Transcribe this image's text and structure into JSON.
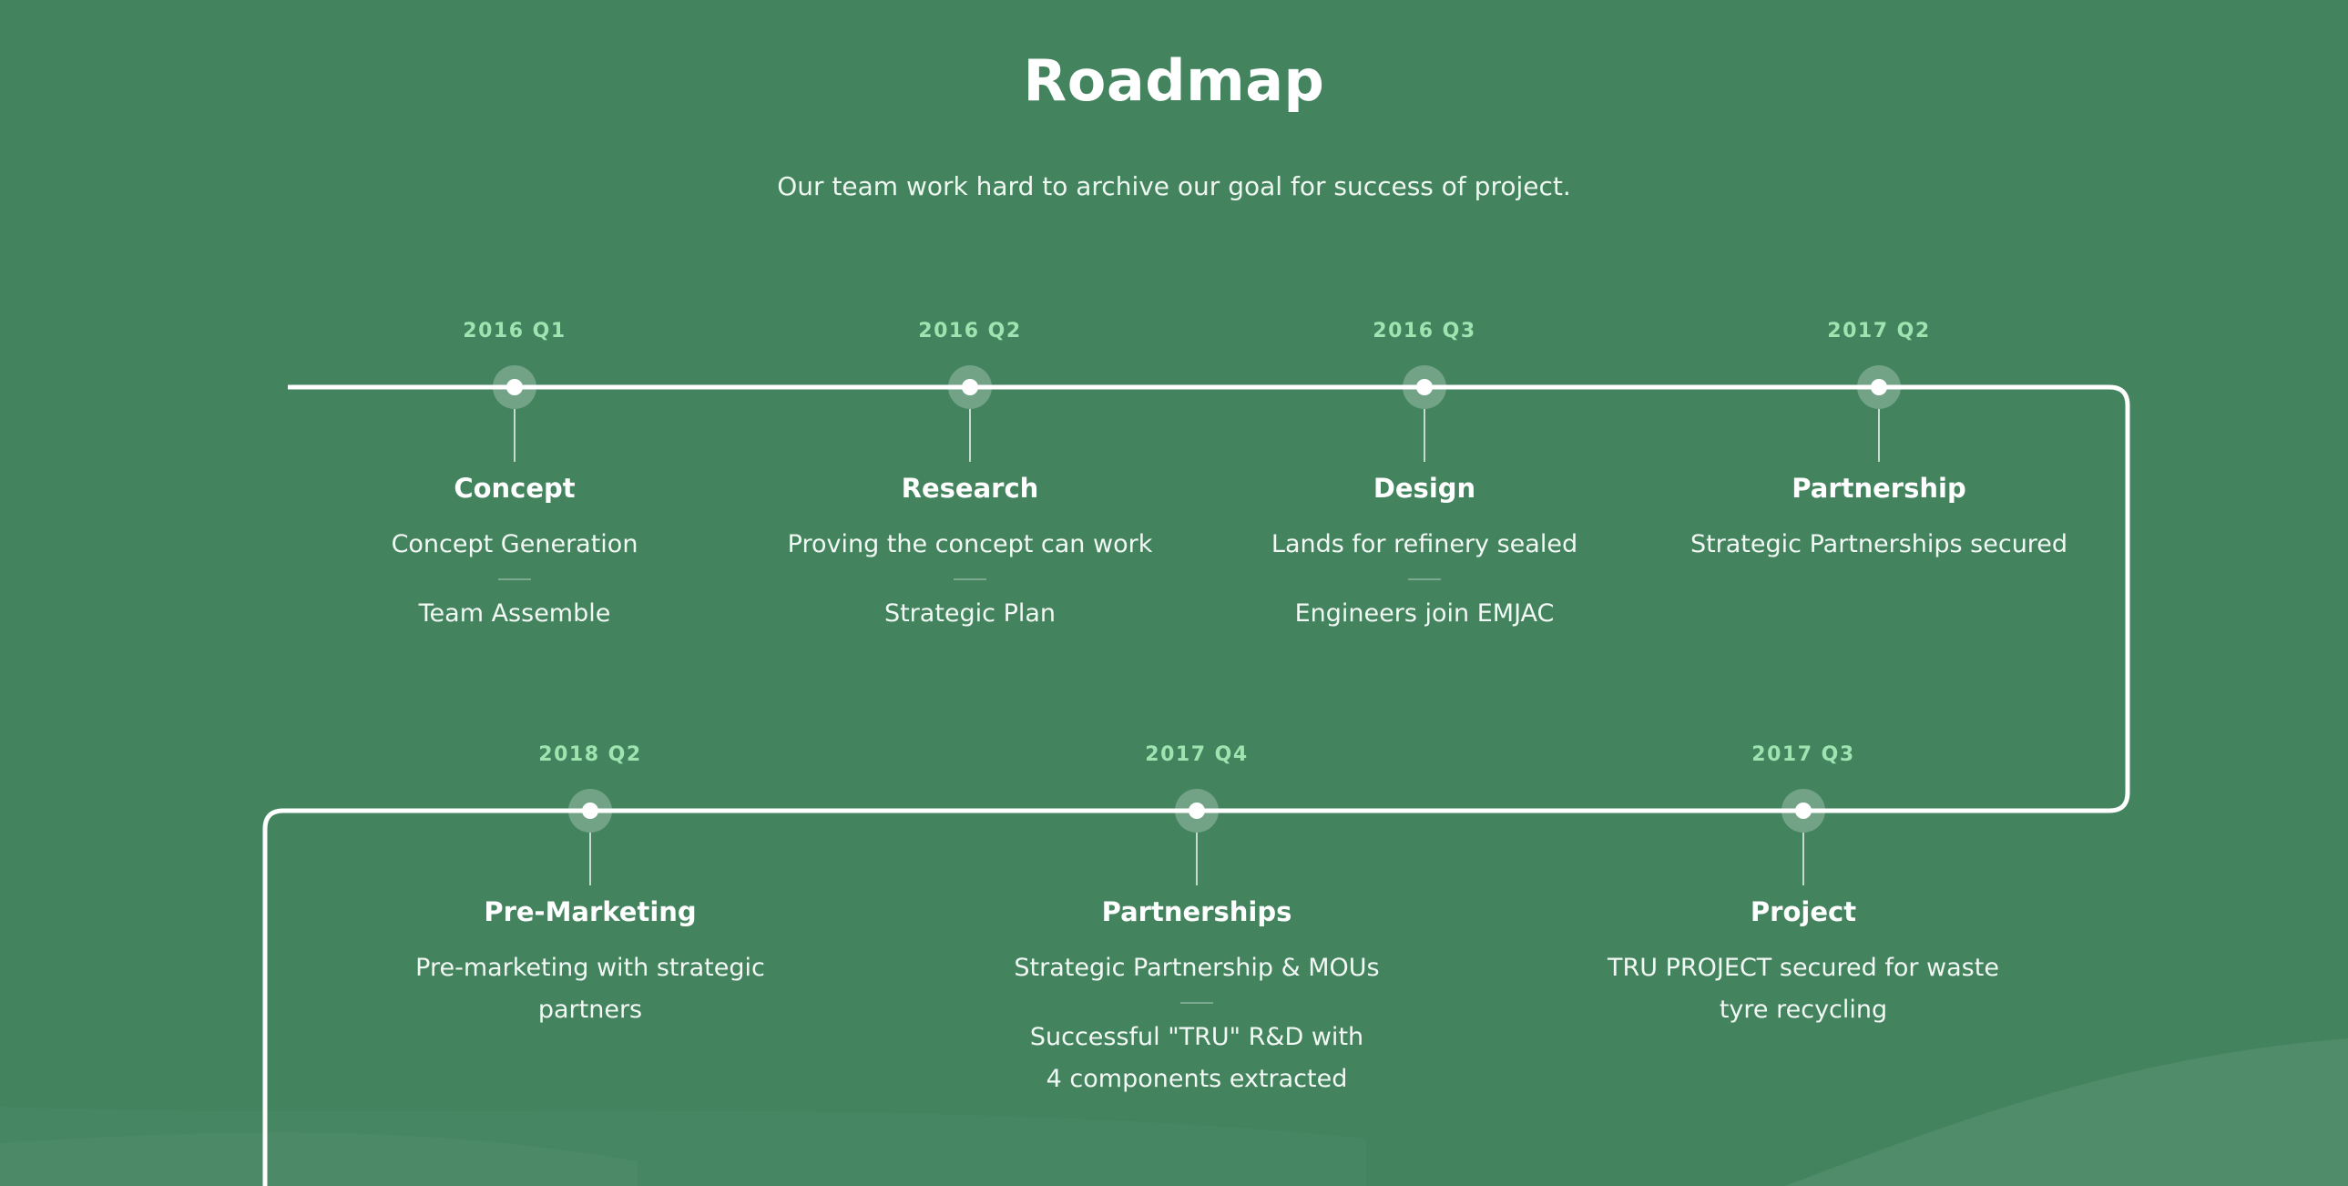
{
  "page": {
    "title": "Roadmap",
    "subtitle": "Our team work hard to archive our goal for success of project."
  },
  "colors": {
    "background": "#43845f",
    "accent_date": "#9ee3b0",
    "line": "#ffffff"
  },
  "milestones": [
    {
      "date": "2016 Q1",
      "title": "Concept",
      "items": [
        "Concept Generation",
        "Team Assemble"
      ]
    },
    {
      "date": "2016 Q2",
      "title": "Research",
      "items": [
        "Proving the concept can work",
        "Strategic Plan"
      ]
    },
    {
      "date": "2016 Q3",
      "title": "Design",
      "items": [
        "Lands for refinery sealed",
        "Engineers join EMJAC"
      ]
    },
    {
      "date": "2017 Q2",
      "title": "Partnership",
      "items": [
        "Strategic Partnerships secured"
      ]
    },
    {
      "date": "2018 Q2",
      "title": "Pre-Marketing",
      "items": [
        "Pre-marketing with strategic partners"
      ]
    },
    {
      "date": "2017 Q4",
      "title": "Partnerships",
      "items": [
        "Strategic Partnership & MOUs",
        "Successful \"TRU\" R&D with 4 components extracted"
      ]
    },
    {
      "date": "2017 Q3",
      "title": "Project",
      "items": [
        "TRU PROJECT secured for waste tyre recycling"
      ]
    }
  ]
}
